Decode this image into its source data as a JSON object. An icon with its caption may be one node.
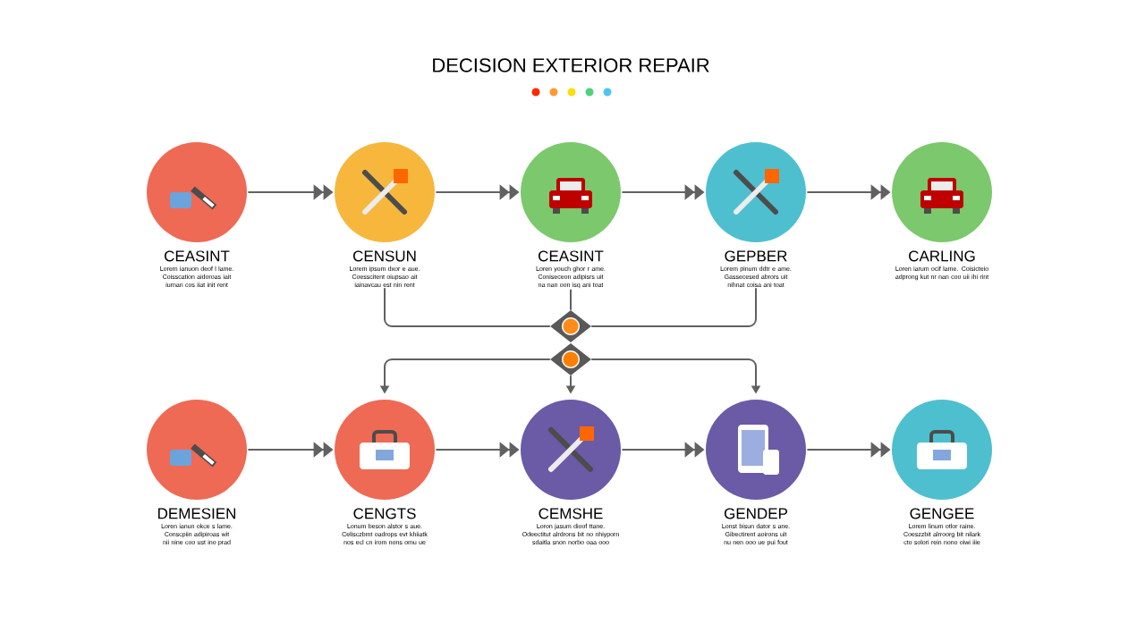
{
  "diagram": {
    "title": "DECISION EXTERIOR REPAIR",
    "nodes": [
      {
        "text": [
          "CEASINT",
          "Lorem ianuon deof l lame. Coisscation aidoroas iait iurnan cos iiat init rent"
        ]
      },
      {
        "text": [
          "CENSUN",
          "Lorem ipsum dxor e aue. Coesscitent oiupsao ait iainavcau est nin rent"
        ]
      },
      {
        "text": [
          "CEASINT",
          "Loren youch ghor r ame. Coniseceon adipisrs uit na nan oon isq ani toat"
        ]
      },
      {
        "text": [
          "GEPBER",
          "Lorem pinum ddtr e ame. Gassecesed abrors uit nihnat coisa ani toat"
        ]
      },
      {
        "text": [
          "CARLING",
          "Loren iarum ocif lame. Coisicteio adprong kut nr nan coo uii ihi rint"
        ]
      },
      {
        "text": [],
        "shape": "diamond"
      },
      {
        "text": [],
        "shape": "diamond"
      },
      {
        "text": [
          "DEMESIEN",
          "Loren ianun okce s lame. Conscpiin adipiroas wit nii nine coo ust ino prad"
        ]
      },
      {
        "text": [
          "CENGTS",
          "Lonum beson alstor s aue. Celisczbmt oadrops evt khiiatk nos ecl cn irom nons omu ue"
        ]
      },
      {
        "text": [
          "CEMSHE",
          "Loron jasum dioof ttane. Odeectitut alrdrons bit no nhiyporn sdaitla snon norbo oaa ooo"
        ]
      },
      {
        "text": [
          "GENDEP",
          "Lonst bisun dator s ane. Gibectirent aoirons uit nu nen ooo ue pui fout"
        ]
      },
      {
        "text": [
          "GENGEE",
          "Lorem linum otlor raine. Coeszzbit alrroorg bit nilark cto solori rein nono oiwi iiie"
        ]
      }
    ],
    "edges": [
      {
        "from": 0,
        "to": 1,
        "arrow": "to"
      },
      {
        "from": 1,
        "to": 2,
        "arrow": "to"
      },
      {
        "from": 2,
        "to": 3,
        "arrow": "to"
      },
      {
        "from": 3,
        "to": 4,
        "arrow": "to"
      },
      {
        "from": 1,
        "to": 5,
        "arrow": "none"
      },
      {
        "from": 2,
        "to": 5,
        "arrow": "none"
      },
      {
        "from": 3,
        "to": 5,
        "arrow": "none"
      },
      {
        "from": 6,
        "to": 8,
        "arrow": "to"
      },
      {
        "from": 6,
        "to": 9,
        "arrow": "to"
      },
      {
        "from": 6,
        "to": 10,
        "arrow": "to"
      },
      {
        "from": 7,
        "to": 8,
        "arrow": "to"
      },
      {
        "from": 8,
        "to": 9,
        "arrow": "to"
      },
      {
        "from": 9,
        "to": 10,
        "arrow": "to"
      },
      {
        "from": 10,
        "to": 11,
        "arrow": "to"
      }
    ]
  }
}
